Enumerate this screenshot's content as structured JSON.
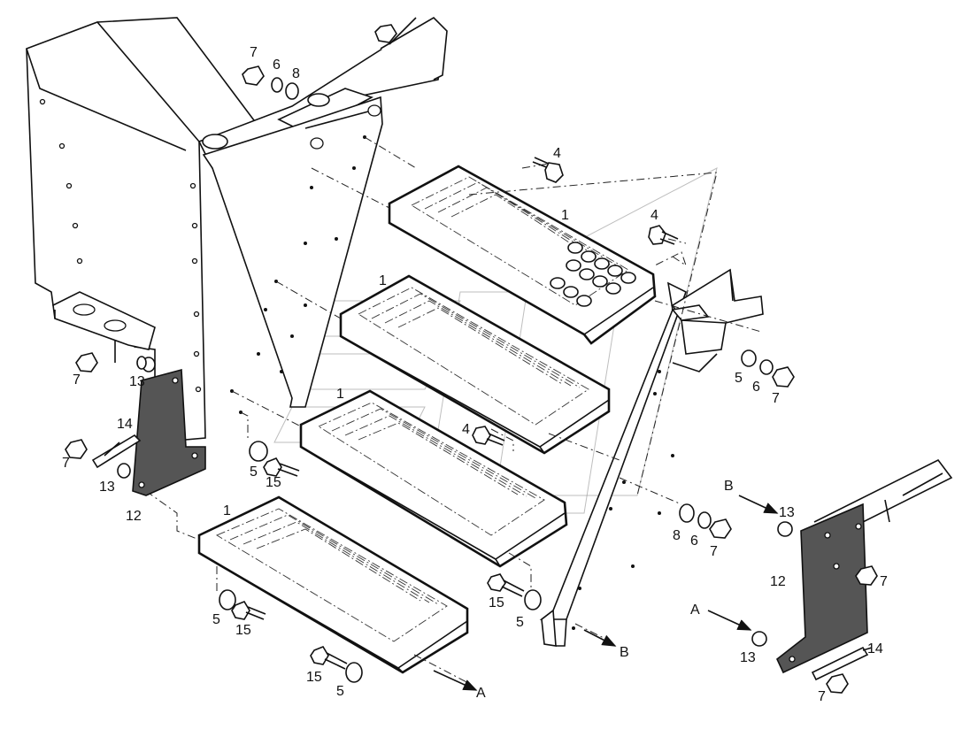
{
  "diagram": {
    "labels": {
      "l1a": "1",
      "l1b": "1",
      "l1c": "1",
      "l1d": "1",
      "l4a": "4",
      "l4b": "4",
      "l4c": "4",
      "l5a": "5",
      "l5b": "5",
      "l5c": "5",
      "l5d": "5",
      "l5e": "5",
      "l6a": "6",
      "l6b": "6",
      "l6c": "6",
      "l7a": "7",
      "l7b": "7",
      "l7c": "7",
      "l7d": "7",
      "l7e": "7",
      "l7f": "7",
      "l7g": "7",
      "l8a": "8",
      "l8b": "8",
      "l12a": "12",
      "l12b": "12",
      "l13a": "13",
      "l13b": "13",
      "l13c": "13",
      "l13d": "13",
      "l14a": "14",
      "l14b": "14",
      "l15a": "15",
      "l15b": "15",
      "l15c": "15",
      "l15d": "15",
      "refA1": "A",
      "refA2": "A",
      "refB1": "B",
      "refB2": "B"
    }
  }
}
